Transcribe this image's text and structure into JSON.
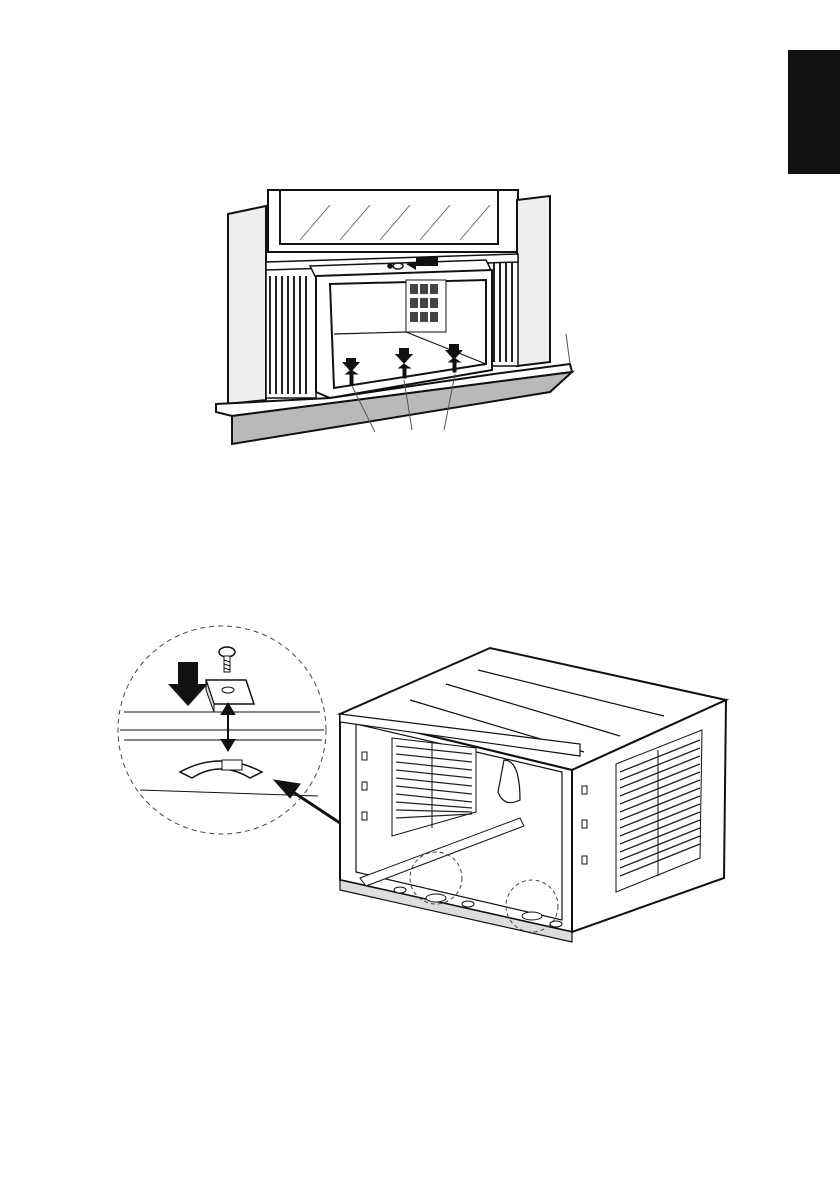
{
  "colors": {
    "ink": "#111111",
    "paper": "#ffffff",
    "wall_fill": "#e9e9e9",
    "sill_fill": "#bdbdbd",
    "louver": "#222222"
  },
  "sidebar": {
    "language_tab_icon": "black-tab"
  },
  "figure_1": {
    "icon": "window-installation-illustration",
    "arrows": 4
  },
  "figure_2": {
    "icon": "cabinet-bracket-illustration",
    "arrows": 3
  }
}
